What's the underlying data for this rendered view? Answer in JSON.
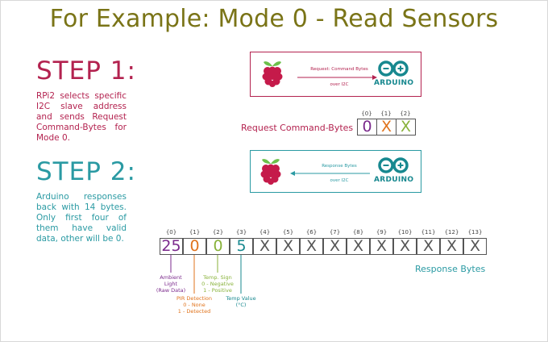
{
  "title": "For Example: Mode 0 - Read Sensors",
  "step1": {
    "heading": "STEP 1:",
    "text": "RPi2 selects specific I2C slave address and sends Request Command-Bytes for Mode 0."
  },
  "step2": {
    "heading": "STEP 2:",
    "text": "Arduino responses back with 14 bytes. Only first four of them have valid data, other will be 0."
  },
  "request_diagram": {
    "arrow_top_label": "Request: Command Bytes",
    "arrow_bottom_label": "over I2C",
    "arduino_label": "ARDUINO"
  },
  "response_diagram": {
    "arrow_top_label": "Response Bytes",
    "arrow_bottom_label": "over I2C",
    "arduino_label": "ARDUINO"
  },
  "request_bytes": {
    "label": "Request Command-Bytes",
    "indices": [
      "{0}",
      "{1}",
      "{2}"
    ],
    "values": [
      "0",
      "X",
      "X"
    ],
    "colors": [
      "#7b2a8c",
      "#e0731c",
      "#88b23a"
    ]
  },
  "response_bytes": {
    "label": "Response Bytes",
    "indices": [
      "{0}",
      "{1}",
      "{2}",
      "{3}",
      "{4}",
      "{5}",
      "{6}",
      "{7}",
      "{8}",
      "{9}",
      "{10}",
      "{11}",
      "{12}",
      "{13}"
    ],
    "values": [
      "25",
      "0",
      "0",
      "5",
      "X",
      "X",
      "X",
      "X",
      "X",
      "X",
      "X",
      "X",
      "X",
      "X"
    ],
    "colors": [
      "#7b2a8c",
      "#e0731c",
      "#88b23a",
      "#17888f",
      "#555555",
      "#555555",
      "#555555",
      "#555555",
      "#555555",
      "#555555",
      "#555555",
      "#555555",
      "#555555",
      "#555555"
    ]
  },
  "annotations": {
    "ambient": [
      "Ambient",
      "Light",
      "(Raw Data)"
    ],
    "pir": [
      "PIR Detection",
      "0 - None",
      "1 - Detected"
    ],
    "temp_sign": [
      "Temp. Sign",
      "0 - Negative",
      "1 - Positive"
    ],
    "temp_value": [
      "Temp Value",
      "(°C)"
    ]
  },
  "colors": {
    "title": "#7a7417",
    "step1": "#b3224f",
    "step2": "#2a9aa3",
    "arduino": "#17888f",
    "raspberry": "#c51a4a",
    "leaf": "#6cc04a"
  },
  "icons": [
    "raspberry-pi-logo",
    "arduino-logo",
    "arrow-right-icon",
    "arrow-left-icon"
  ]
}
